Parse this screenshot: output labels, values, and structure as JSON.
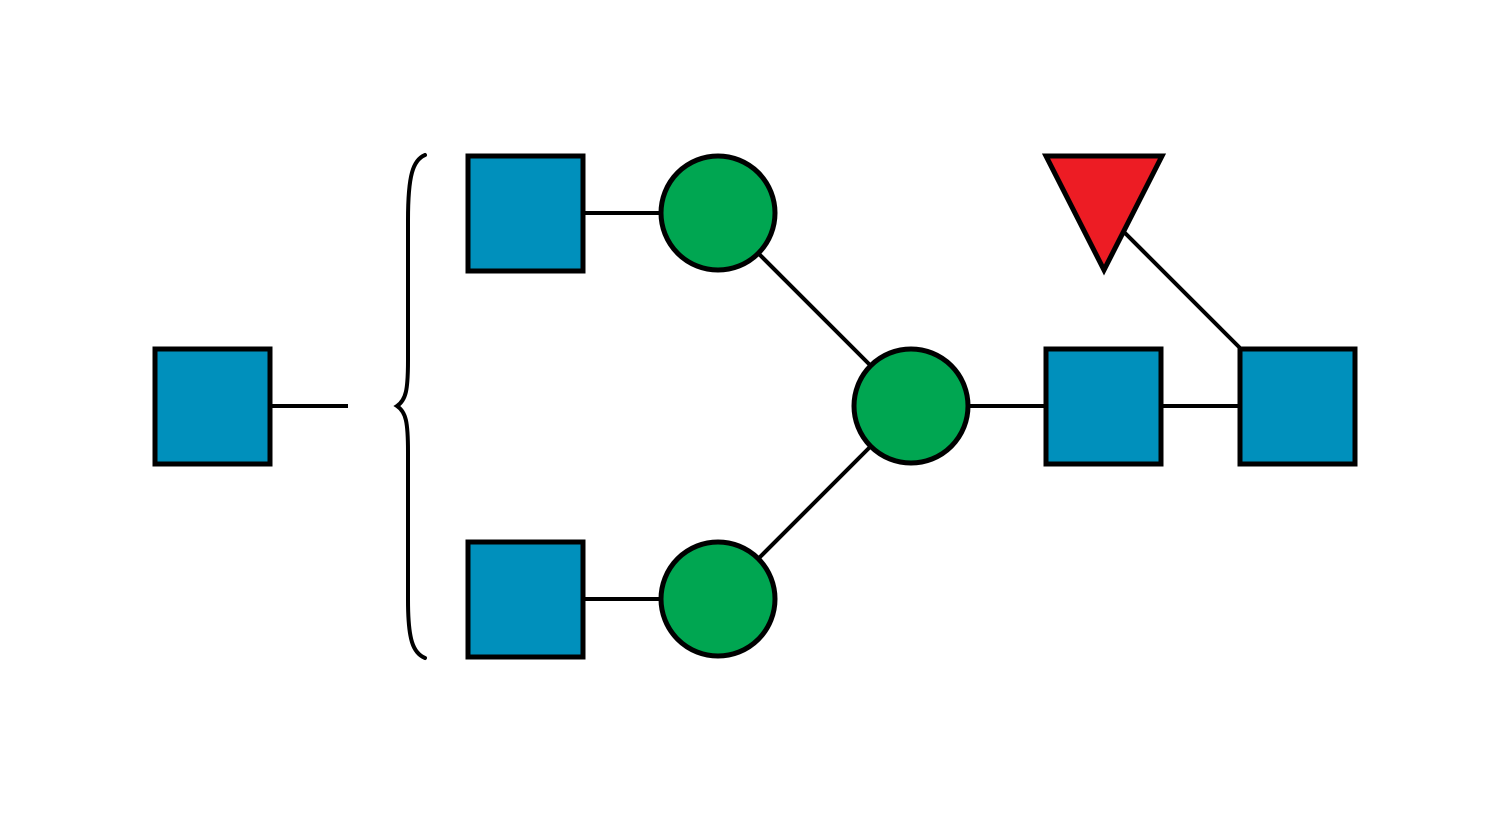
{
  "diagram": {
    "type": "glycan-snfg",
    "colors": {
      "background": "#ffffff",
      "glcnac": "#0090bc",
      "mannose": "#00a651",
      "fucose": "#ed1c24",
      "outline": "#000000"
    },
    "residues": [
      {
        "id": "floating-glcnac",
        "symbol": "square",
        "icon": "glcnac-square-icon",
        "color": "#0090bc"
      },
      {
        "id": "upper-antenna-glcnac",
        "symbol": "square",
        "icon": "glcnac-square-icon",
        "color": "#0090bc"
      },
      {
        "id": "lower-antenna-glcnac",
        "symbol": "square",
        "icon": "glcnac-square-icon",
        "color": "#0090bc"
      },
      {
        "id": "upper-branch-mannose",
        "symbol": "circle",
        "icon": "mannose-circle-icon",
        "color": "#00a651"
      },
      {
        "id": "lower-branch-mannose",
        "symbol": "circle",
        "icon": "mannose-circle-icon",
        "color": "#00a651"
      },
      {
        "id": "core-mannose",
        "symbol": "circle",
        "icon": "mannose-circle-icon",
        "color": "#00a651"
      },
      {
        "id": "core-glcnac-inner",
        "symbol": "square",
        "icon": "glcnac-square-icon",
        "color": "#0090bc"
      },
      {
        "id": "reducing-end-glcnac",
        "symbol": "square",
        "icon": "glcnac-square-icon",
        "color": "#0090bc"
      },
      {
        "id": "core-fucose",
        "symbol": "triangle",
        "icon": "fucose-triangle-icon",
        "color": "#ed1c24"
      }
    ],
    "linkages": [
      {
        "from": "upper-antenna-glcnac",
        "to": "upper-branch-mannose"
      },
      {
        "from": "lower-antenna-glcnac",
        "to": "lower-branch-mannose"
      },
      {
        "from": "upper-branch-mannose",
        "to": "core-mannose"
      },
      {
        "from": "lower-branch-mannose",
        "to": "core-mannose"
      },
      {
        "from": "core-mannose",
        "to": "core-glcnac-inner"
      },
      {
        "from": "core-glcnac-inner",
        "to": "reducing-end-glcnac"
      },
      {
        "from": "core-fucose",
        "to": "reducing-end-glcnac"
      }
    ],
    "bracket": {
      "icon": "curly-brace-icon",
      "floating_residue": "floating-glcnac"
    }
  }
}
